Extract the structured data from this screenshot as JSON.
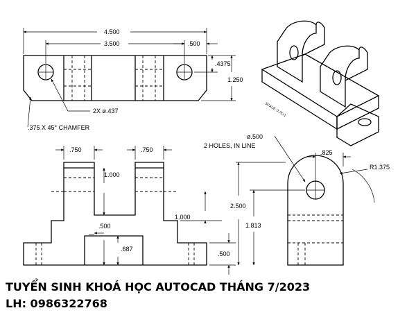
{
  "top_view": {
    "overall_width": "4.500",
    "hole_spacing": "3.500",
    "edge_offset": ".500",
    "hole_center_offset": ".4375",
    "depth": "1.250",
    "holes_note": "2X ø.437",
    "chamfer_note": ".375 X 45° CHAMFER"
  },
  "front_view": {
    "upright_width_left": ".750",
    "upright_width_right": ".750",
    "slot_depth": "1.000",
    "base_height_left": "1.000",
    "notch_width": ".500",
    "notch_height": ".687",
    "foot_height": ".500"
  },
  "side_view": {
    "hole_note_line1": "ø.500",
    "hole_note_line2": "2 HOLES, IN LINE",
    "hole_offset": ".825",
    "radius": "R1.375",
    "overall_height": "2.500",
    "hole_center_height": "1.813"
  },
  "iso_view": {
    "scale_note": "SCALE: 0.75=1"
  },
  "banner": {
    "line1": "TUYỂN SINH KHOÁ HỌC AUTOCAD THÁNG 7/2023",
    "line2": "LH: 0986322768"
  }
}
